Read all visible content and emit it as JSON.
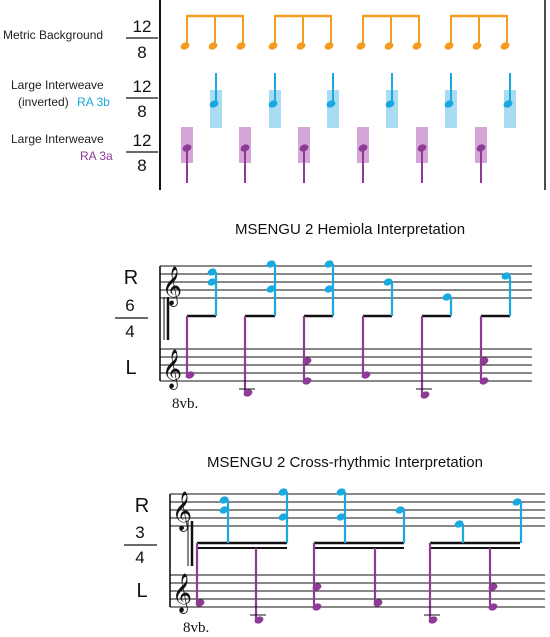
{
  "top": {
    "rows": [
      {
        "label": "Metric Background",
        "label2": "",
        "num": "12",
        "den": "8"
      },
      {
        "label": "Large Interweave",
        "label2": "(inverted)",
        "label2_colored": "RA 3b",
        "num": "12",
        "den": "8"
      },
      {
        "label": "Large Interweave",
        "label2": "",
        "label2_colored": "RA 3a",
        "num": "12",
        "den": "8"
      }
    ]
  },
  "sections": [
    {
      "title": "MSENGU 2 Hemiola Interpretation",
      "right_hand": "R",
      "left_hand": "L",
      "time_num": "6",
      "time_den": "4",
      "octave_mark": "8vb."
    },
    {
      "title": "MSENGU 2 Cross-rhythmic Interpretation",
      "right_hand": "R",
      "left_hand": "L",
      "time_num": "3",
      "time_den": "4",
      "octave_mark": "8vb."
    }
  ],
  "colors": {
    "orange": "#f39c1f",
    "blue": "#19a9e0",
    "blue_box": "#a8dcf2",
    "purple": "#8e3b96",
    "purple_box": "#d4a6d8",
    "staff": "#111111"
  },
  "icons": {
    "treble_clef": "𝄞"
  }
}
